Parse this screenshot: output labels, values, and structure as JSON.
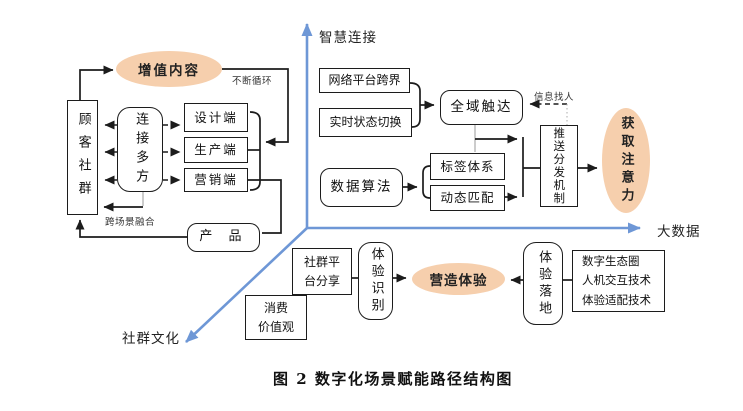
{
  "figure": {
    "caption": "图 2 数字化场景赋能路径结构图"
  },
  "axes": {
    "top": "智慧连接",
    "right": "大数据",
    "bottom_left": "社群文化"
  },
  "nodes": {
    "customer_community": "顾客社群",
    "connect_parties": "连接多方",
    "design_end": "设计端",
    "production_end": "生产端",
    "marketing_end": "营销端",
    "value_content": "增值内容",
    "product": "产 品",
    "network_platform": "网络平台跨界",
    "realtime_switch": "实时状态切换",
    "data_algorithm": "数据算法",
    "tag_system": "标签体系",
    "dynamic_match": "动态匹配",
    "omni_reach": "全域触达",
    "push_mechanism": "推送分发机制",
    "get_attention": "获取注意力",
    "community_share": [
      "社群平",
      "台分享"
    ],
    "consumption_values": [
      "消费",
      "价值观"
    ],
    "experience_recognition": "体验识别",
    "create_experience": "营造体验",
    "experience_landing": "体验落地",
    "tech_list": [
      "数字生态圈",
      "人机交互技术",
      "体验适配技术"
    ]
  },
  "labels": {
    "loop": "不断循环",
    "cross_scene": "跨场景融合",
    "info_find_people": "信息找人"
  },
  "colors": {
    "accent_blue": "#6e97d6",
    "ellipse_fill": "#f6cfad",
    "line_color": "#1c1c1c"
  }
}
